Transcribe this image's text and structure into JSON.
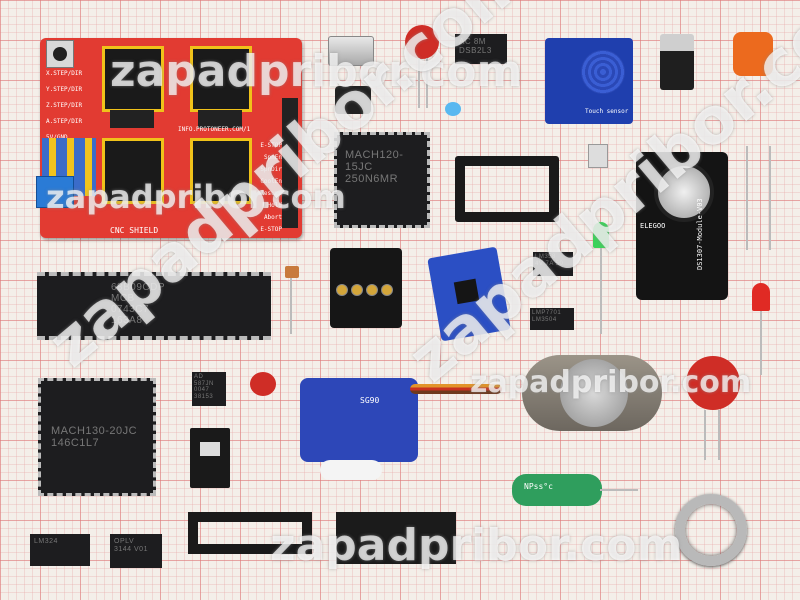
{
  "watermark": "zapadpribor.com",
  "cnc_shield": {
    "title": "CNC SHIELD",
    "url": "INFO.PROTONEER.COM/1",
    "left_labels": [
      "X.STEP/DIR",
      "Y.STEP/DIR",
      "Z.STEP/DIR",
      "A.STEP/DIR",
      "5V/GND"
    ],
    "right_labels": [
      "E-STOP",
      "SpnEn",
      "SpnDir",
      "CoolEn",
      "Resume",
      "Hold",
      "Abort",
      "E-STOP"
    ]
  },
  "plcc_top": {
    "line1": "MACH120-15JC",
    "line2": "250N6MR"
  },
  "plcc_bottom": {
    "line1": "MACH130-20JC",
    "line2": "146C1L7"
  },
  "dip40": {
    "line1": "68B09CDP",
    "line2": "MCB",
    "line3": "0743C7",
    "line4": "163A8"
  },
  "small_dip8": {
    "line1": "AD",
    "line2": "587JN",
    "line3": "0047",
    "line4": "38153"
  },
  "soic_top": {
    "line1": "AC 8M",
    "line2": "DSB2L3"
  },
  "soic_mid": {
    "line1": "LM358",
    "line2": "4V 7A 50"
  },
  "soic_small": {
    "line1": "LMP7701",
    "line2": "LM3504"
  },
  "soic_bottom_left": {
    "line1": "LM324"
  },
  "soic_bottom_mid": {
    "line1": "OPLV",
    "line2": "3144 V01"
  },
  "rtc_module": {
    "label": "DS1307-Module-V03",
    "brand": "ELEGOO"
  },
  "touch_module": {
    "label": "Touch sensor"
  },
  "capacitor_np": {
    "label": "NPss°c"
  },
  "servo": {
    "label": "SG90"
  },
  "colors": {
    "shield_red": "#e23b32",
    "pcb_blue": "#1f3fae",
    "rtc_black": "#141414",
    "chip_black": "#1d1d1f",
    "led_green": "#3dd25a",
    "led_red": "#e02a24",
    "varistor_red": "#cf2d26",
    "servo_blue": "#2d47b8"
  }
}
